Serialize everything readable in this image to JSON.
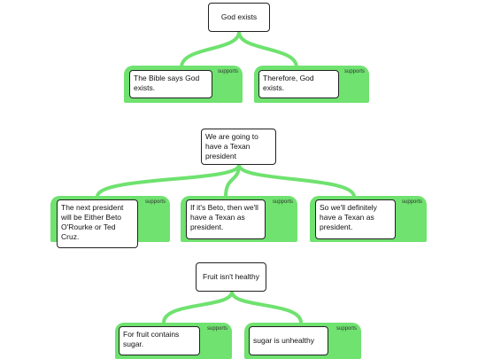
{
  "argument_maps": [
    {
      "claim": "God exists",
      "premises": [
        {
          "relation": "supports",
          "text": "The Bible says God exists."
        },
        {
          "relation": "supports",
          "text": "Therefore, God exists."
        }
      ]
    },
    {
      "claim": "We are going to have a Texan president",
      "premises": [
        {
          "relation": "supports",
          "text": "The next president will be Either Beto O'Rourke or Ted Cruz."
        },
        {
          "relation": "supports",
          "text": "If it's Beto, then we'll have a Texan as president."
        },
        {
          "relation": "supports",
          "text": "So we'll definitely have a Texan as president."
        }
      ]
    },
    {
      "claim": "Fruit isn't healthy",
      "premises": [
        {
          "relation": "supports",
          "text": "For fruit contains sugar."
        },
        {
          "relation": "supports",
          "text": "sugar is unhealthy"
        }
      ]
    }
  ],
  "colors": {
    "support_green": "#6fe26f",
    "box_border": "#222222"
  }
}
